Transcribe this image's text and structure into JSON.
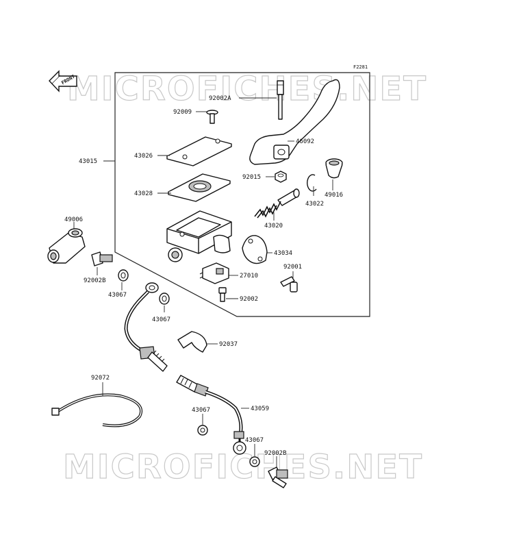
{
  "figure_id": "F2281",
  "front_label": "FRONT",
  "watermark": "MICROFICHES.NET",
  "parts": [
    {
      "key": "92002A",
      "label": "92002A"
    },
    {
      "key": "92009",
      "label": "92009"
    },
    {
      "key": "46092",
      "label": "46092"
    },
    {
      "key": "43026",
      "label": "43026"
    },
    {
      "key": "43015",
      "label": "43015"
    },
    {
      "key": "43028",
      "label": "43028"
    },
    {
      "key": "92015",
      "label": "92015"
    },
    {
      "key": "43022",
      "label": "43022"
    },
    {
      "key": "49016",
      "label": "49016"
    },
    {
      "key": "43020",
      "label": "43020"
    },
    {
      "key": "49006",
      "label": "49006"
    },
    {
      "key": "43034",
      "label": "43034"
    },
    {
      "key": "92001",
      "label": "92001"
    },
    {
      "key": "27010",
      "label": "27010"
    },
    {
      "key": "92002B_top",
      "label": "92002B"
    },
    {
      "key": "43067_a",
      "label": "43067"
    },
    {
      "key": "92002",
      "label": "92002"
    },
    {
      "key": "43067_b",
      "label": "43067"
    },
    {
      "key": "92037",
      "label": "92037"
    },
    {
      "key": "92072",
      "label": "92072"
    },
    {
      "key": "43067_c",
      "label": "43067"
    },
    {
      "key": "43059",
      "label": "43059"
    },
    {
      "key": "43067_d",
      "label": "43067"
    },
    {
      "key": "92002B_bottom",
      "label": "92002B"
    }
  ]
}
